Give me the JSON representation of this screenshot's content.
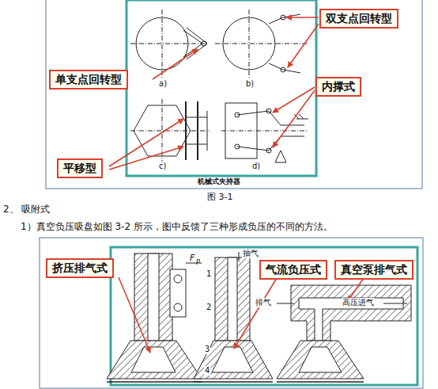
{
  "diagram": {
    "nodes": [
      {
        "text": [
          "双支点回转型"
        ]
      },
      {
        "text": [
          "单支点回转型"
        ]
      },
      {
        "text": [
          "内撑式"
        ]
      },
      {
        "text": [
          "平移型"
        ]
      },
      {
        "text": [
          "挤压排气式"
        ]
      },
      {
        "text": [
          "气流负压式"
        ]
      },
      {
        "text": [
          "真空泵排气式"
        ]
      }
    ],
    "labels": [
      "a)",
      "b)",
      "c)",
      "d)",
      "机械式夹持器",
      "图 3-1",
      "2、 吸附式",
      "1）真空负压吸盘如图 3-2 所示，图中反馈了三种形成负压的不同的方法。",
      "F",
      "P",
      "1",
      "2",
      "3",
      "4",
      "抽气",
      "排气",
      "高压进气"
    ]
  }
}
